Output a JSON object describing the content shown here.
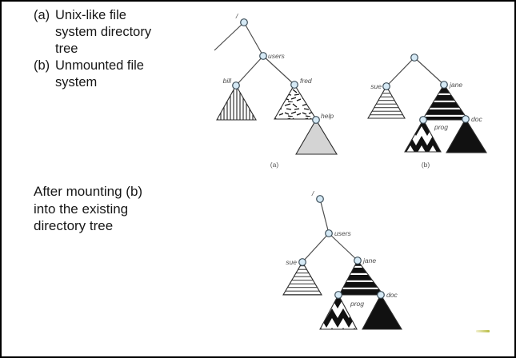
{
  "captions": {
    "item_a": {
      "marker": "(a)",
      "lines": [
        "Unix-like file",
        "system directory",
        "tree"
      ]
    },
    "item_b": {
      "marker": "(b)",
      "lines": [
        "Unmounted file",
        "system"
      ]
    },
    "mounting": {
      "lines": [
        "After mounting (b)",
        "into the existing",
        "directory tree"
      ]
    }
  },
  "figure": {
    "tree_a": {
      "label": "(a)",
      "root": "/",
      "nodes": {
        "users": "users",
        "bill": "bill",
        "fred": "fred",
        "help": "help"
      }
    },
    "tree_b": {
      "label": "(b)",
      "nodes": {
        "sue": "sue",
        "jane": "jane",
        "prog": "prog",
        "doc": "doc"
      }
    },
    "tree_mounted": {
      "root": "/",
      "nodes": {
        "users": "users",
        "sue": "sue",
        "jane": "jane",
        "prog": "prog",
        "doc": "doc"
      }
    },
    "colors": {
      "node_fill": "#d5e9f5",
      "node_stroke": "#3d4e59",
      "edge": "#4d4d4d",
      "outline": "#2b2b2b",
      "gray_subtree": "#d4d4d4",
      "black_subtree": "#111111",
      "label_text": "#4c4c4c"
    }
  }
}
